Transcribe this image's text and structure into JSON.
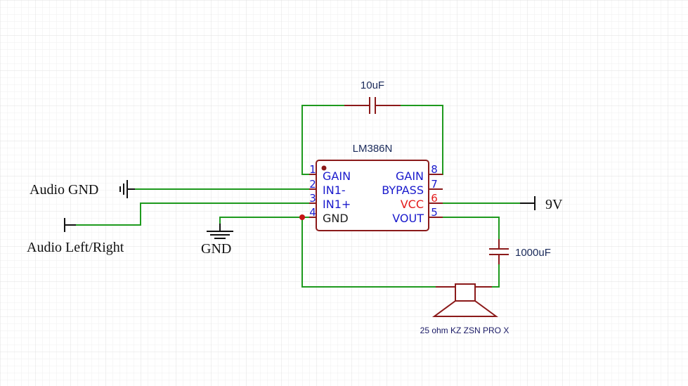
{
  "schematic": {
    "ic": {
      "name": "LM386N",
      "pins": [
        {
          "num": "1",
          "label": "GAIN"
        },
        {
          "num": "2",
          "label": "IN1-"
        },
        {
          "num": "3",
          "label": "IN1+"
        },
        {
          "num": "4",
          "label": "GND"
        },
        {
          "num": "5",
          "label": "VOUT"
        },
        {
          "num": "6",
          "label": "VCC"
        },
        {
          "num": "7",
          "label": "BYPASS"
        },
        {
          "num": "8",
          "label": "GAIN"
        }
      ]
    },
    "capacitor_gain": "10uF",
    "capacitor_out": "1000uF",
    "speaker": "25 ohm KZ ZSN PRO X",
    "nets": {
      "audio_gnd": "Audio GND",
      "audio_signal": "Audio Left/Right",
      "gnd": "GND",
      "supply": "9V"
    },
    "colors": {
      "wire": "#1e9a1e",
      "component": "#8b1a1a",
      "pin_text": "#1a1acc",
      "vcc_pin": "#e31b1b",
      "grid": "#e6e6e6"
    }
  }
}
